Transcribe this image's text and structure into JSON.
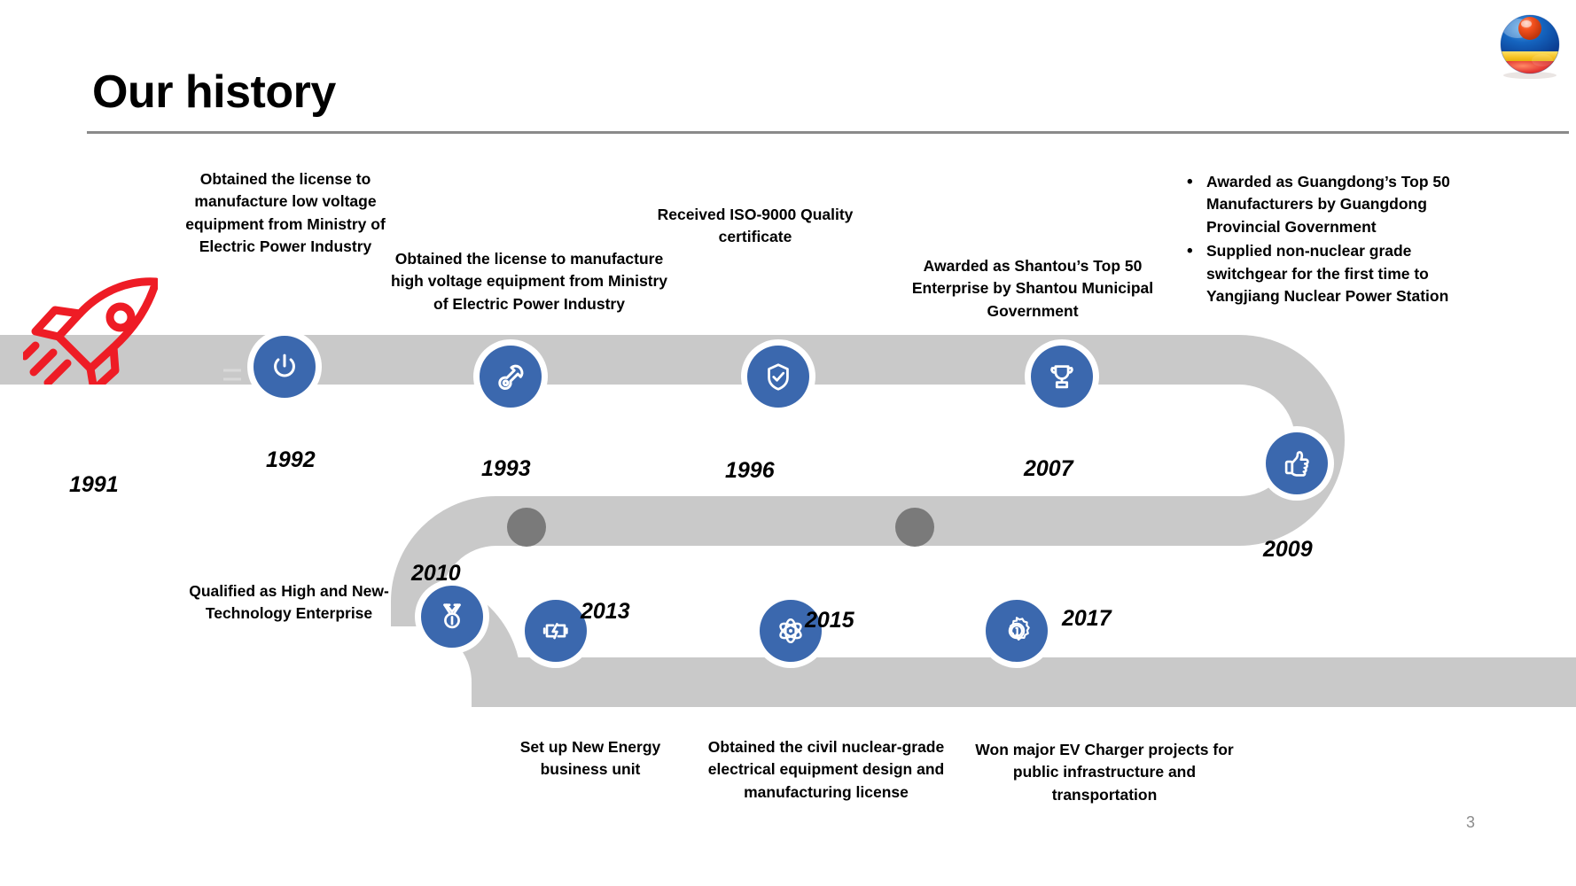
{
  "slide": {
    "title": "Our history",
    "page_number": "3",
    "logo_name": "company-sphere-logo",
    "accent_color": "#3B68AE",
    "road_color": "#C9C9C9",
    "rocket_color": "#EE1C25",
    "marker_color": "#7A7A7A"
  },
  "milestones": [
    {
      "year": "1991",
      "icon": "rocket-icon",
      "text": ""
    },
    {
      "year": "1992",
      "icon": "power-button-icon",
      "text": "Obtained the license to manufacture low voltage equipment from Ministry of Electric Power Industry"
    },
    {
      "year": "1993",
      "icon": "wrench-icon",
      "text": "Obtained the license to manufacture high voltage equipment from Ministry of Electric Power Industry"
    },
    {
      "year": "1996",
      "icon": "shield-check-icon",
      "text": "Received ISO-9000 Quality certificate"
    },
    {
      "year": "2007",
      "icon": "trophy-icon",
      "text": "Awarded as Shantou’s Top 50 Enterprise by Shantou Municipal Government"
    },
    {
      "year": "2009",
      "icon": "thumbs-up-icon",
      "bullets": [
        "Awarded as Guangdong’s Top 50 Manufacturers by Guangdong Provincial Government",
        "Supplied non-nuclear grade switchgear for the first time to Yangjiang Nuclear Power Station"
      ]
    },
    {
      "year": "2010",
      "icon": "medal-icon",
      "text": "Qualified as High and New-Technology Enterprise"
    },
    {
      "year": "2013",
      "icon": "battery-charging-icon",
      "text": "Set up New Energy business unit"
    },
    {
      "year": "2015",
      "icon": "atom-icon",
      "text": "Obtained the civil nuclear-grade electrical equipment design and manufacturing license"
    },
    {
      "year": "2017",
      "icon": "award-badge-icon",
      "text": "Won major EV Charger projects for public infrastructure and transportation"
    }
  ]
}
